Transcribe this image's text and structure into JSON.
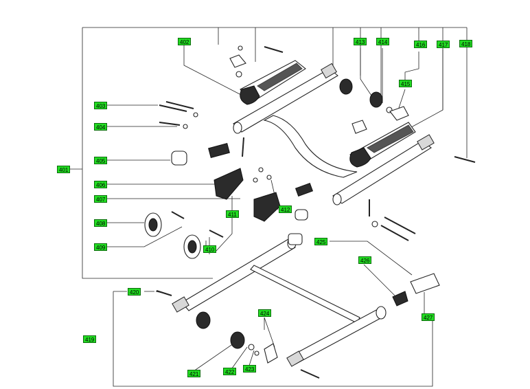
{
  "labels": [
    {
      "id": "l401",
      "text": "401"
    },
    {
      "id": "l402",
      "text": "402"
    },
    {
      "id": "l403",
      "text": "403"
    },
    {
      "id": "l404",
      "text": "404"
    },
    {
      "id": "l405",
      "text": "405"
    },
    {
      "id": "l406",
      "text": "406"
    },
    {
      "id": "l407",
      "text": "407"
    },
    {
      "id": "l408",
      "text": "408"
    },
    {
      "id": "l409",
      "text": "409"
    },
    {
      "id": "l410",
      "text": "410"
    },
    {
      "id": "l411",
      "text": "411"
    },
    {
      "id": "l412",
      "text": "412"
    },
    {
      "id": "l413",
      "text": "413"
    },
    {
      "id": "l414",
      "text": "414"
    },
    {
      "id": "l415",
      "text": "415"
    },
    {
      "id": "l416",
      "text": "416"
    },
    {
      "id": "l417",
      "text": "417"
    },
    {
      "id": "l418",
      "text": "418"
    },
    {
      "id": "l419",
      "text": "419"
    },
    {
      "id": "l420",
      "text": "420"
    },
    {
      "id": "l421",
      "text": "421"
    },
    {
      "id": "l422",
      "text": "422"
    },
    {
      "id": "l423",
      "text": "423"
    },
    {
      "id": "l424",
      "text": "424"
    },
    {
      "id": "l425",
      "text": "425"
    },
    {
      "id": "l426",
      "text": "426"
    },
    {
      "id": "l427",
      "text": "427"
    }
  ],
  "colors": {
    "label_bg": "#22dd22",
    "label_border": "#0a6a0a",
    "line": "#222222"
  }
}
